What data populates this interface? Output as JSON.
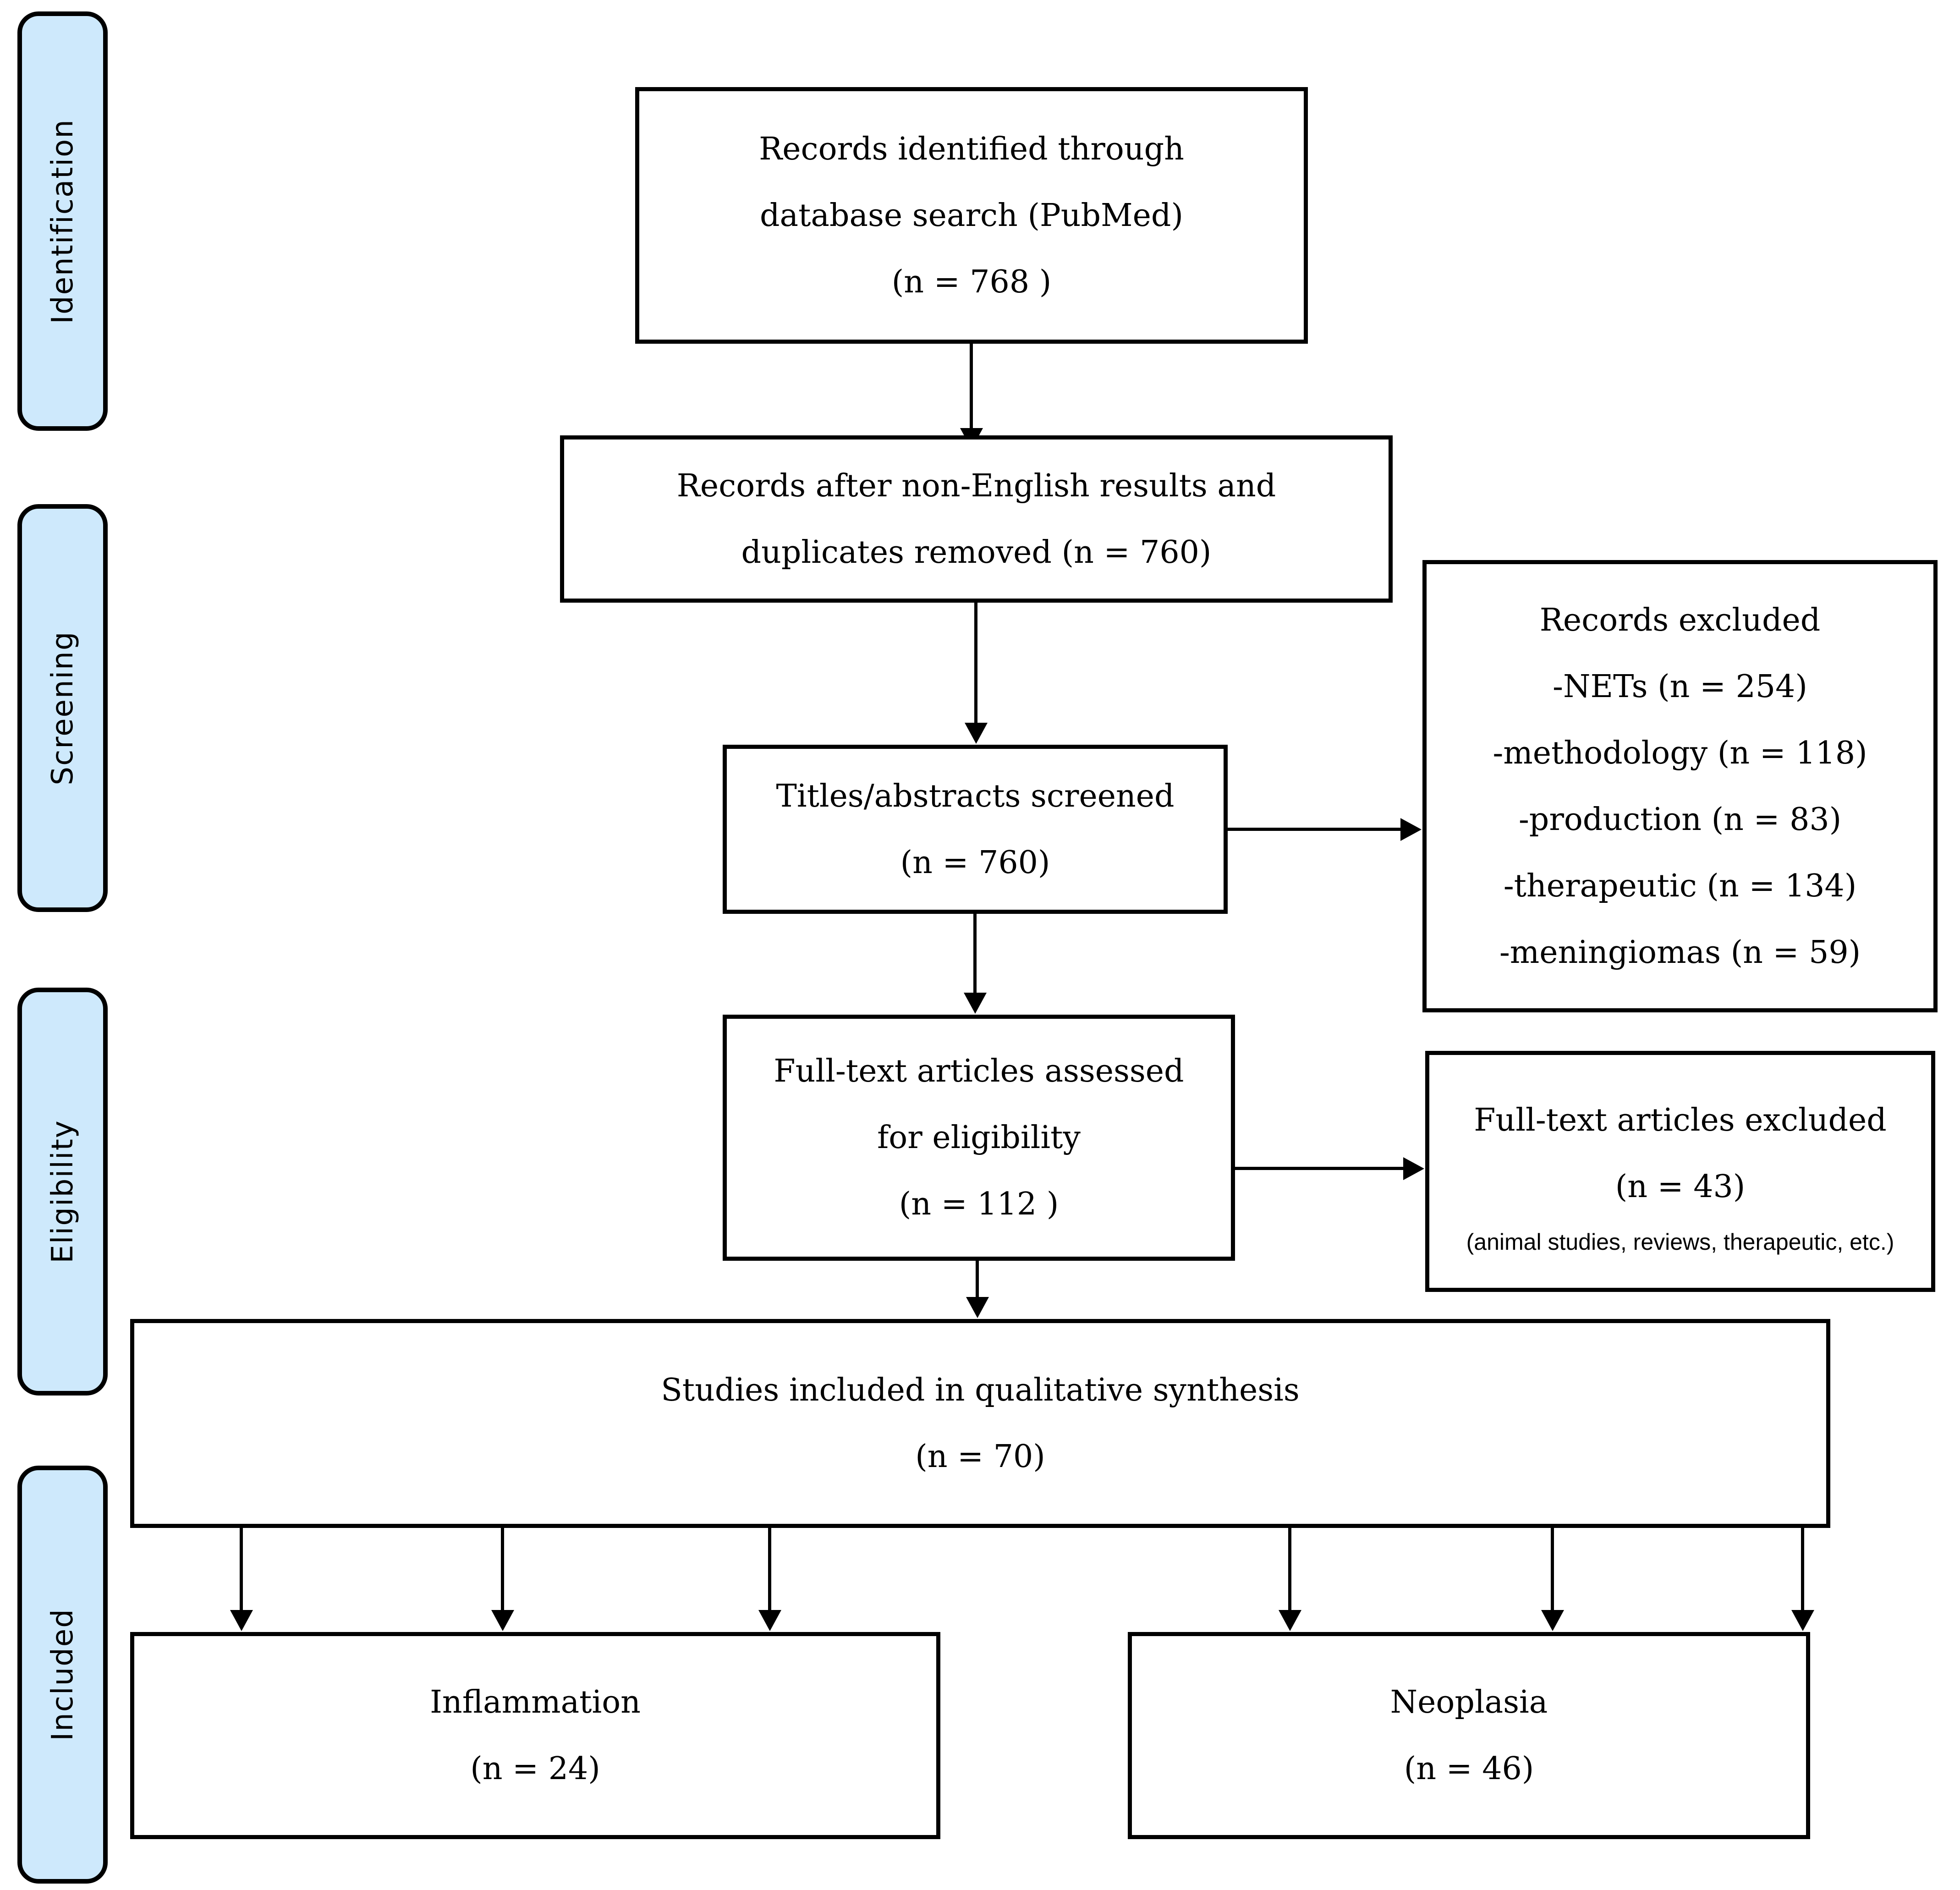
{
  "sidebar": {
    "stages": [
      {
        "label": "Identification"
      },
      {
        "label": "Screening"
      },
      {
        "label": "Eligibility"
      },
      {
        "label": "Included"
      }
    ]
  },
  "flow": {
    "identified": {
      "lines": [
        "Records identified through",
        "database search (PubMed)",
        "(n = 768 )"
      ]
    },
    "deduped": {
      "lines": [
        "Records after non-English results and",
        "duplicates removed (n = 760)"
      ]
    },
    "screened": {
      "lines": [
        "Titles/abstracts screened",
        "(n = 760)"
      ]
    },
    "records_excluded": {
      "lines": [
        "Records excluded",
        "-NETs (n = 254)",
        "-methodology (n = 118)",
        "-production (n = 83)",
        "-therapeutic (n = 134)",
        "-meningiomas (n = 59)"
      ]
    },
    "fulltext_assessed": {
      "lines": [
        "Full-text articles assessed",
        "for eligibility",
        "(n = 112 )"
      ]
    },
    "fulltext_excluded": {
      "lines": [
        "Full-text articles excluded",
        "(n = 43)"
      ],
      "note": "(animal studies, reviews, therapeutic, etc.)"
    },
    "qualitative": {
      "lines": [
        "Studies included in qualitative synthesis",
        "(n = 70)"
      ]
    },
    "inflammation": {
      "lines": [
        "Inflammation",
        "(n = 24)"
      ]
    },
    "neoplasia": {
      "lines": [
        "Neoplasia",
        "(n = 46)"
      ]
    }
  },
  "colors": {
    "stage_fill": "#cee9fc",
    "line": "#000000",
    "box_bg": "#ffffff"
  }
}
